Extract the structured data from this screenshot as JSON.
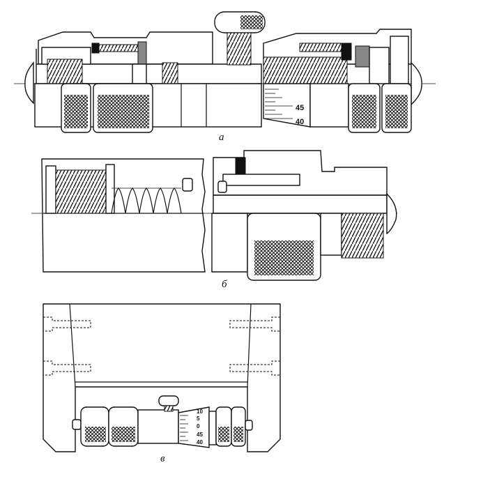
{
  "figures": [
    {
      "id": "a",
      "label": "a",
      "scale_marks": [
        "45",
        "40"
      ]
    },
    {
      "id": "b",
      "label": "б"
    },
    {
      "id": "v",
      "label": "в",
      "scale_marks": [
        "10",
        "5",
        "0",
        "45",
        "40"
      ]
    }
  ],
  "colors": {
    "ink": "#111111",
    "paper": "#ffffff",
    "hatch": "#111111"
  }
}
